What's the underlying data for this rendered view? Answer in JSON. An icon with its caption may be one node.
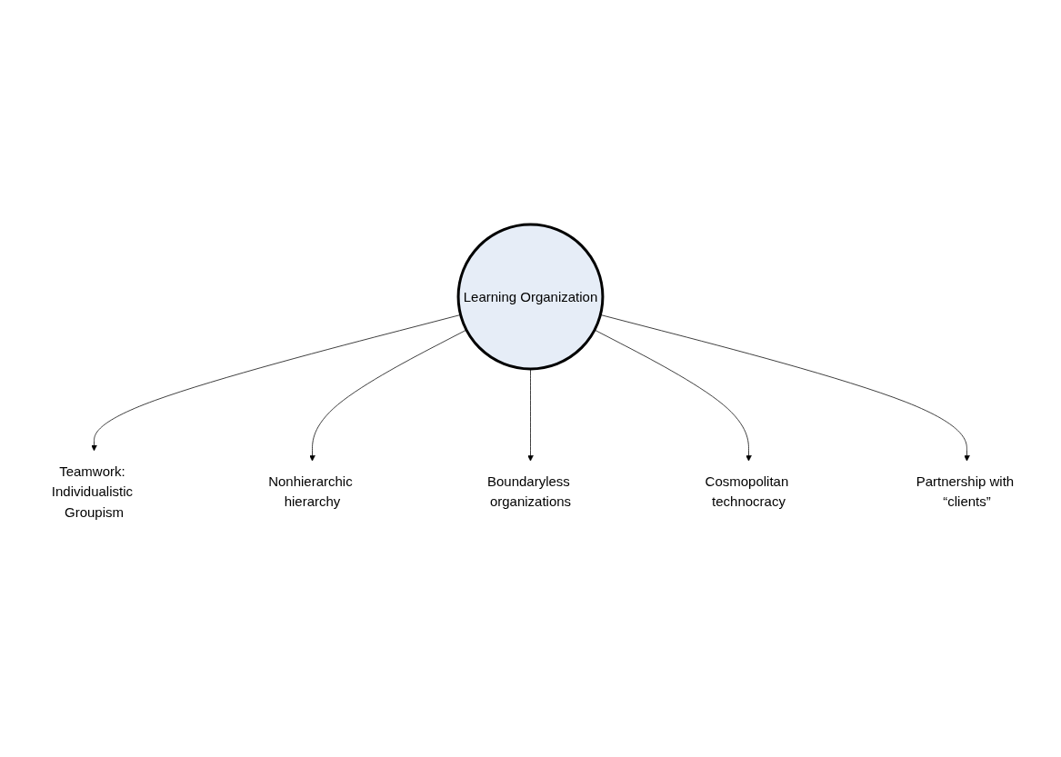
{
  "diagram": {
    "nodes": [
      {
        "text": [
          "Learning Organization"
        ]
      },
      {
        "text": [
          "Teamwork: Individualistic Groupism"
        ]
      },
      {
        "text": [
          "Nonhierarchic hierarchy"
        ]
      },
      {
        "text": [
          "Boundaryless organizations"
        ]
      },
      {
        "text": [
          "Cosmopolitan technocracy"
        ]
      },
      {
        "text": [
          "Partnership with “clients”"
        ]
      }
    ],
    "edges": [
      {
        "from": 0,
        "to": 1,
        "arrow": "to"
      },
      {
        "from": 0,
        "to": 2,
        "arrow": "to"
      },
      {
        "from": 0,
        "to": 3,
        "arrow": "to"
      },
      {
        "from": 0,
        "to": 4,
        "arrow": "to"
      },
      {
        "from": 0,
        "to": 5,
        "arrow": "to"
      }
    ]
  }
}
